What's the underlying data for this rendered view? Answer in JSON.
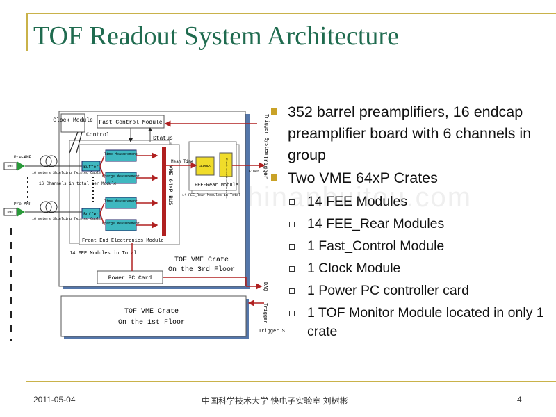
{
  "slide": {
    "title": "TOF Readout System Architecture",
    "watermark": "www.zhinanhuitou.com"
  },
  "bullets": [
    {
      "level": 1,
      "text": "352 barrel preamplifiers, 16 endcap preamplifier board with 6 channels in group"
    },
    {
      "level": 1,
      "text": "Two VME 64xP Crates"
    },
    {
      "level": 2,
      "text": "14 FEE Modules"
    },
    {
      "level": 2,
      "text": "14 FEE_Rear Modules"
    },
    {
      "level": 2,
      "text": "1 Fast_Control Module"
    },
    {
      "level": 2,
      "text": "1 Clock Module"
    },
    {
      "level": 2,
      "text": "1 Power PC controller card"
    },
    {
      "level": 2,
      "text": "1 TOF Monitor Module located in only 1 crate"
    }
  ],
  "diagram": {
    "clock_module": "Clock Module",
    "fast_control": "Fast Control Module",
    "control": "Control",
    "status": "Status",
    "trigger_top": "Trigger System",
    "trigger_bottom": "Trigger System",
    "trigger_side": "Trigger",
    "daq": "DAQ",
    "fiber": "Fiber",
    "pmt": "PMT",
    "preamp": "Pre-AMP",
    "cable_note": "16 meters Shielding Twisted Cable",
    "channels_note": "16 Channels in total per Module",
    "buffer": "Buffer",
    "time_meas": "Time Measurement",
    "charge_meas": "Charge Measurement",
    "vme_bus": "VME 64xP BUS",
    "mean_time": "Mean Time",
    "fee_rear": "FEE-Rear Module",
    "fee_rear_total": "14 FEE_Rear Modules in Total",
    "serdes": "SERDES",
    "electro_optical": "Electro-optical Converter",
    "fee_module": "Front End Electronics Module",
    "fee_total": "14 FEE Modules in Total",
    "crate3": "TOF VME Crate",
    "crate3_floor": "On the 3rd Floor",
    "ppc": "Power PC Card",
    "crate1": "TOF VME Crate",
    "crate1_floor": "On the 1st Floor"
  },
  "footer": {
    "date": "2011-05-04",
    "org": "中国科学技术大学 快电子实验室 刘树彬",
    "page": "4"
  },
  "colors": {
    "title": "#1f6b4f",
    "accent": "#c9b24a",
    "bullet": "#c9a227",
    "frame_blue": "#4a6fa8",
    "module_cyan": "#3fb8c0",
    "signal_red": "#b02020"
  }
}
